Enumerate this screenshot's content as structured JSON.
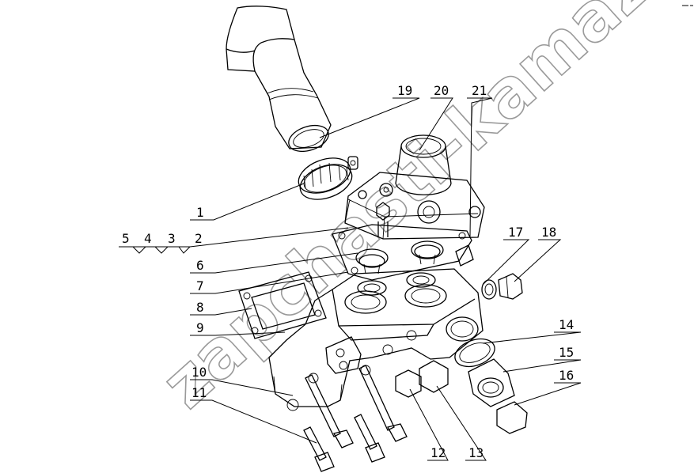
{
  "watermark": "zapchasti-kamaz.ru",
  "labels": {
    "l1": "1",
    "l2": "2",
    "l3": "3",
    "l4": "4",
    "l5": "5",
    "l6": "6",
    "l7": "7",
    "l8": "8",
    "l9": "9",
    "l10": "10",
    "l11": "11",
    "l12": "12",
    "l13": "13",
    "l14": "14",
    "l15": "15",
    "l16": "16",
    "l17": "17",
    "l18": "18",
    "l19": "19",
    "l20": "20",
    "l21": "21"
  }
}
